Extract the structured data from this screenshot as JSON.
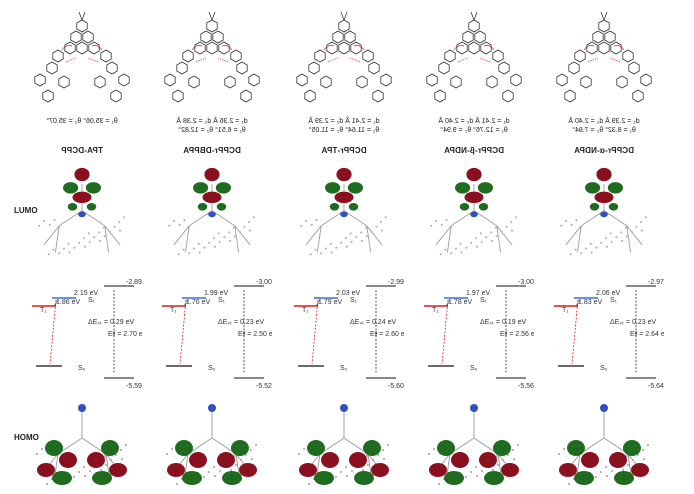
{
  "row_labels": {
    "lumo": "LUMO",
    "homo": "HOMO"
  },
  "colors": {
    "lumo_red": "#8a1020",
    "lumo_green": "#1f6b1f",
    "s1_line": "#3a6fd8",
    "t1_line": "#d42020",
    "arrow_red": "#e02020"
  },
  "molecules": [
    {
      "name": "TPA-DCPP",
      "params": [
        "θ₁ = 35.06°  θ₂ = 35.07°"
      ],
      "lumo": "-2.89 eV",
      "homo": "-5.59 eV",
      "eg": "Eᵍ = 2.70 eV",
      "s1": "2.15 eV",
      "t1": "1.86 eV",
      "dest": "ΔEₛₜ = 0.29 eV",
      "s0": "S₀",
      "s1_label": "S₁",
      "t1_label": "T₁"
    },
    {
      "name": "DCPPr-DBPPA",
      "params": [
        "d₁ = 2.36 Å   d₂ = 2.38 Å",
        "θ₁ = 6.51°   θ₂ = 12.82°"
      ],
      "lumo": "-3.00 eV",
      "homo": "-5.52 eV",
      "eg": "Eᵍ = 2.50 eV",
      "s1": "1.99 eV",
      "t1": "1.76 eV",
      "dest": "ΔEₛₜ = 0.23 eV",
      "s0": "S₀",
      "s1_label": "S₁",
      "t1_label": "T₁"
    },
    {
      "name": "DCPPr-TPA",
      "params": [
        "d₁ = 2.41 Å   d₂ = 2.39 Å",
        "θ₁ = 11.64°   θ₂ = 11.05°"
      ],
      "lumo": "-2.99 eV",
      "homo": "-5.60 eV",
      "eg": "Eᵍ = 2.60 eV",
      "s1": "2.03 eV",
      "t1": "1.79 eV",
      "dest": "ΔEₛₜ = 0.24 eV",
      "s0": "S₀",
      "s1_label": "S₁",
      "t1_label": "T₁"
    },
    {
      "name": "DCPPr-β-NDPA",
      "params": [
        "d₁ = 2.41 Å   d₂ = 2.40 Å",
        "θ₁ = 12.76°   θ₂ = 9.94°"
      ],
      "lumo": "-3.00 eV",
      "homo": "-5.56 eV",
      "eg": "Eᵍ = 2.56 eV",
      "s1": "1.97 eV",
      "t1": "1.78 eV",
      "dest": "ΔEₛₜ = 0.19 eV",
      "s0": "S₀",
      "s1_label": "S₁",
      "t1_label": "T₁"
    },
    {
      "name": "DCPPr-α-NDPA",
      "params": [
        "d₁ = 2.39 Å   d₂ = 2.40 Å",
        "θ₁ = 8.32°   θ₂ = 7.84°"
      ],
      "lumo": "-2.97 eV",
      "homo": "-5.64 eV",
      "eg": "Eᵍ = 2.64 eV",
      "s1": "2.06 eV",
      "t1": "1.83 eV",
      "dest": "ΔEₛₜ = 0.23 eV",
      "s0": "S₀",
      "s1_label": "S₁",
      "t1_label": "T₁"
    }
  ]
}
